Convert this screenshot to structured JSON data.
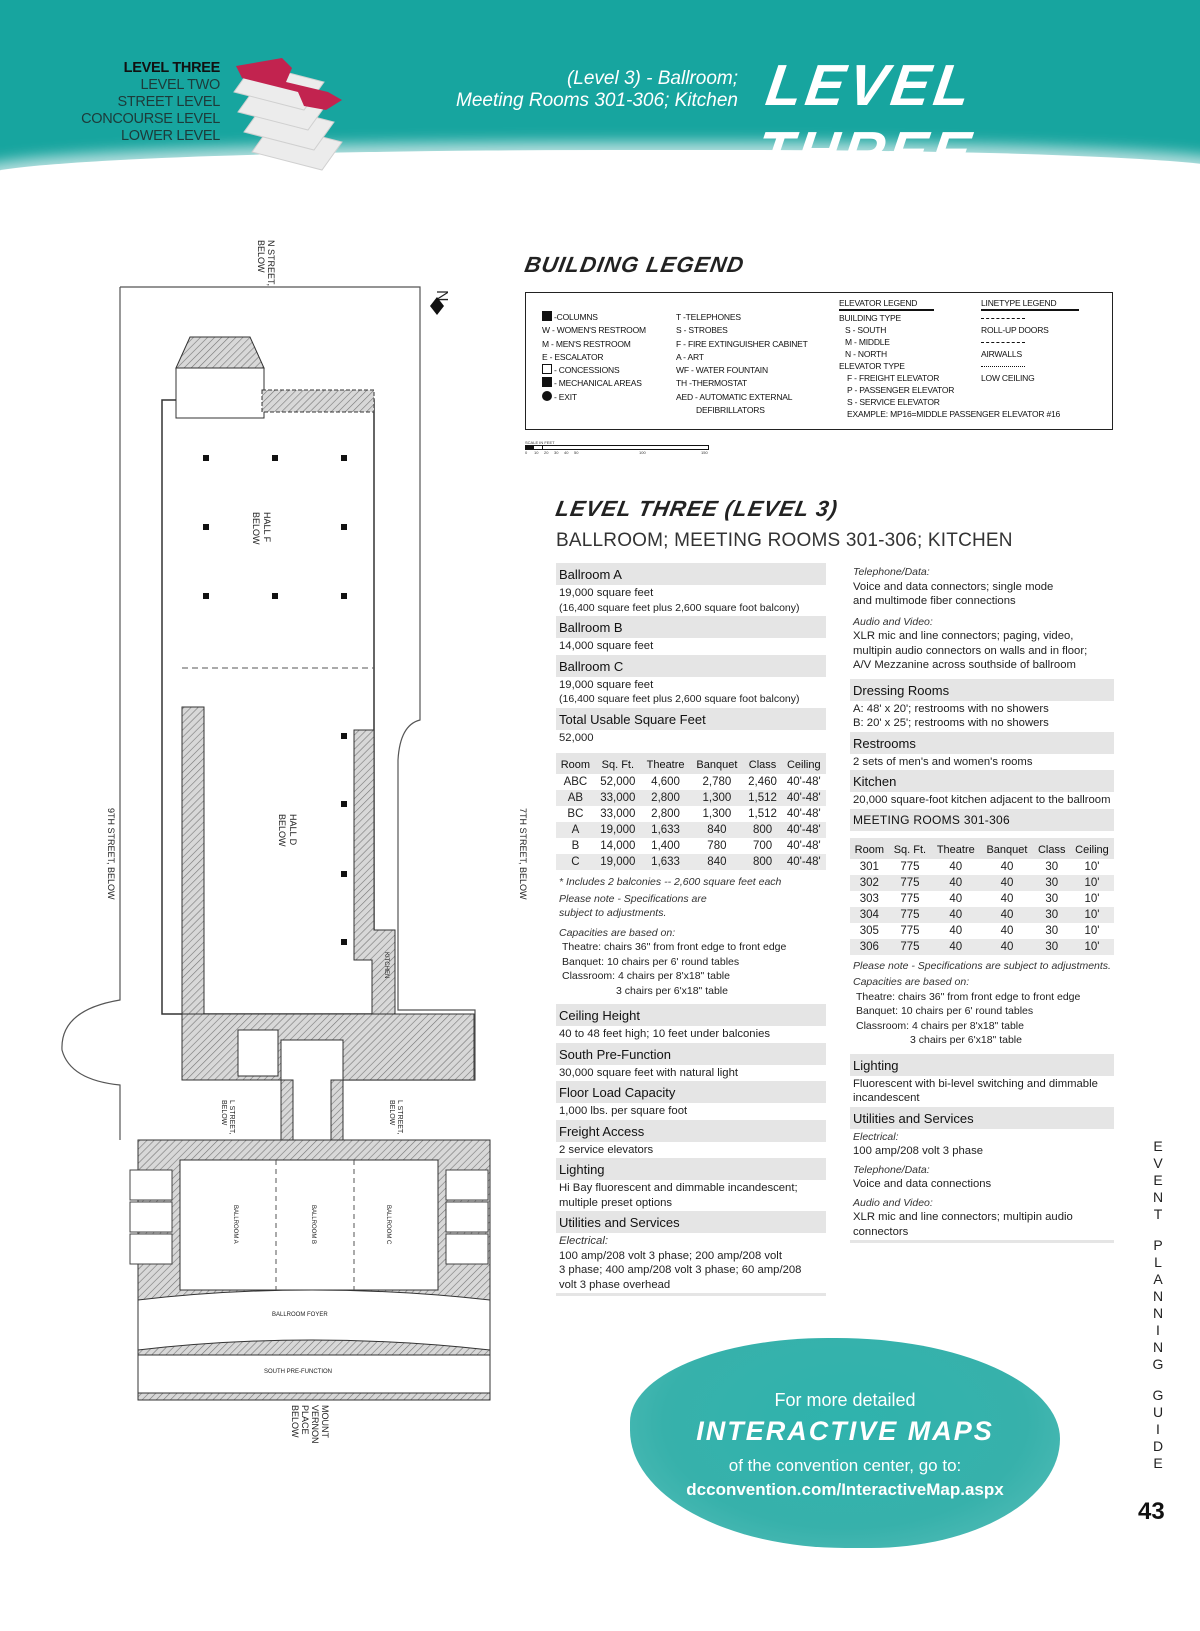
{
  "header": {
    "levels": [
      "LEVEL THREE",
      "LEVEL TWO",
      "STREET LEVEL",
      "CONCOURSE LEVEL",
      "LOWER LEVEL"
    ],
    "subtitle_line1": "(Level 3) - Ballroom;",
    "subtitle_line2": "Meeting Rooms 301-306; Kitchen",
    "title": "LEVEL THREE",
    "accent_color": "#17a59f",
    "highlight_color": "#c2234f"
  },
  "plan": {
    "compass": "N",
    "labels": {
      "n_street": [
        "N STREET,",
        "BELOW"
      ],
      "hall_f": [
        "HALL F",
        "BELOW"
      ],
      "hall_d": [
        "HALL D",
        "BELOW"
      ],
      "ninth_street": "9TH STREET, BELOW",
      "seventh_street": "7TH STREET, BELOW",
      "l_street_left": [
        "L STREET,",
        "BELOW"
      ],
      "l_street_right": [
        "L STREET,",
        "BELOW"
      ],
      "ballroom_a": "BALLROOM A",
      "ballroom_b": "BALLROOM B",
      "ballroom_c": "BALLROOM C",
      "ballroom_foyer": "BALLROOM FOYER",
      "south_prefunction": "SOUTH PRE-FUNCTION",
      "kitchen": "KITCHEN",
      "mount_vernon": [
        "MOUNT",
        "VERNON",
        "PLACE",
        "BELOW"
      ]
    }
  },
  "legend": {
    "title": "BUILDING LEGEND",
    "col1": [
      "-COLUMNS",
      "W  - WOMEN'S  RESTROOM",
      "M  - MEN'S RESTROOM",
      "E  - ESCALATOR",
      "- CONCESSIONS",
      "- MECHANICAL AREAS",
      "- EXIT"
    ],
    "col2": [
      "T -TELEPHONES",
      "S - STROBES",
      "F - FIRE EXTINGUISHER CABINET",
      "A - ART",
      "WF  - WATER FOUNTAIN",
      "TH  -THERMOSTAT",
      "AED - AUTOMATIC EXTERNAL",
      "DEFIBRILLATORS"
    ],
    "elevator_title": "ELEVATOR LEGEND",
    "elevator": [
      "BUILDING TYPE",
      "S - SOUTH",
      "M - MIDDLE",
      "N - NORTH",
      "ELEVATOR TYPE",
      "F - FREIGHT ELEVATOR",
      "P - PASSENGER ELEVATOR",
      "S - SERVICE ELEVATOR",
      "EXAMPLE: MP16=MIDDLE PASSENGER  ELEVATOR #16"
    ],
    "linetype_title": "LINETYPE LEGEND",
    "linetype": [
      "ROLL-UP DOORS",
      "AIRWALLS",
      "LOW CEILING"
    ],
    "scale_label": "SCALE IN FEET",
    "scale_ticks": [
      "0",
      "10",
      "20",
      "30",
      "40",
      "50",
      "100",
      "150"
    ]
  },
  "section": {
    "title": "LEVEL THREE (LEVEL 3)",
    "subtitle": "BALLROOM; MEETING ROOMS 301-306; KITCHEN"
  },
  "left": {
    "ballroom_a": {
      "h": "Ballroom A",
      "l1": "19,000 square feet",
      "l2": "(16,400 square feet plus 2,600 square foot balcony)"
    },
    "ballroom_b": {
      "h": "Ballroom B",
      "l1": "14,000 square feet"
    },
    "ballroom_c": {
      "h": "Ballroom C",
      "l1": "19,000 square feet",
      "l2": "(16,400 square feet plus 2,600 square foot balcony)"
    },
    "total": {
      "h": "Total Usable Square Feet",
      "l1": "52,000"
    },
    "table": {
      "headers": [
        "Room",
        "Sq. Ft.",
        "Theatre",
        "Banquet",
        "Class",
        "Ceiling"
      ],
      "rows": [
        [
          "ABC",
          "52,000",
          "4,600",
          "2,780",
          "2,460",
          "40'-48'"
        ],
        [
          "AB",
          "33,000",
          "2,800",
          "1,300",
          "1,512",
          "40'-48'"
        ],
        [
          "BC",
          "33,000",
          "2,800",
          "1,300",
          "1,512",
          "40'-48'"
        ],
        [
          "A",
          "19,000",
          "1,633",
          "840",
          "800",
          "40'-48'"
        ],
        [
          "B",
          "14,000",
          "1,400",
          "780",
          "700",
          "40'-48'"
        ],
        [
          "C",
          "19,000",
          "1,633",
          "840",
          "800",
          "40'-48'"
        ]
      ]
    },
    "footnote": "* Includes 2 balconies -- 2,600 square feet each",
    "note1": "Please note - Specifications are",
    "note2": "subject to adjustments.",
    "cap_title": "Capacities are based on:",
    "cap": [
      "Theatre: chairs 36\" from front edge to front edge",
      "Banquet: 10 chairs per 6' round tables",
      "Classroom: 4 chairs per 8'x18\" table",
      "3 chairs per 6'x18\" table"
    ],
    "ceiling": {
      "h": "Ceiling Height",
      "l1": "40 to 48 feet high; 10 feet under balconies"
    },
    "prefunction": {
      "h": "South Pre-Function",
      "l1": "30,000 square feet with natural light"
    },
    "floor_load": {
      "h": "Floor Load Capacity",
      "l1": "1,000 lbs. per square foot"
    },
    "freight": {
      "h": "Freight Access",
      "l1": "2 service elevators"
    },
    "lighting": {
      "h": "Lighting",
      "l1": "Hi Bay fluorescent and dimmable incandescent;",
      "l2": "multiple preset options"
    },
    "utilities": {
      "h": "Utilities and Services",
      "sub": "Electrical:",
      "l1": "100 amp/208 volt 3 phase; 200 amp/208 volt",
      "l2": "3 phase; 400 amp/208 volt 3 phase; 60 amp/208",
      "l3": "volt 3 phase overhead"
    }
  },
  "right": {
    "telephone": {
      "sub": "Telephone/Data:",
      "l1": "Voice and data connectors; single mode",
      "l2": "and multimode fiber connections"
    },
    "audio": {
      "sub": "Audio and Video:",
      "l1": "XLR mic and line connectors; paging, video,",
      "l2": "multipin audio connectors on walls and in floor;",
      "l3": "A/V Mezzanine across southside of ballroom"
    },
    "dressing": {
      "h": "Dressing Rooms",
      "l1": "A: 48' x 20'; restrooms with no showers",
      "l2": "B: 20' x 25'; restrooms with no showers"
    },
    "restrooms": {
      "h": "Restrooms",
      "l1": "2 sets of men's and women's rooms"
    },
    "kitchen": {
      "h": "Kitchen",
      "l1": "20,000 square-foot kitchen adjacent to the ballroom"
    },
    "meeting": {
      "h": "MEETING ROOMS 301-306"
    },
    "table": {
      "headers": [
        "Room",
        "Sq. Ft.",
        "Theatre",
        "Banquet",
        "Class",
        "Ceiling"
      ],
      "rows": [
        [
          "301",
          "775",
          "40",
          "40",
          "30",
          "10'"
        ],
        [
          "302",
          "775",
          "40",
          "40",
          "30",
          "10'"
        ],
        [
          "303",
          "775",
          "40",
          "40",
          "30",
          "10'"
        ],
        [
          "304",
          "775",
          "40",
          "40",
          "30",
          "10'"
        ],
        [
          "305",
          "775",
          "40",
          "40",
          "30",
          "10'"
        ],
        [
          "306",
          "775",
          "40",
          "40",
          "30",
          "10'"
        ]
      ]
    },
    "note": "Please note - Specifications are subject to adjustments.",
    "cap_title": "Capacities are based on:",
    "cap": [
      "Theatre: chairs 36\" from front edge to front edge",
      "Banquet: 10 chairs per 6' round tables",
      "Classroom: 4 chairs per 8'x18\" table",
      "3 chairs per 6'x18\" table"
    ],
    "lighting": {
      "h": "Lighting",
      "l1": "Fluorescent with bi-level switching and dimmable",
      "l2": "incandescent"
    },
    "utilities": {
      "h": "Utilities and Services",
      "s1": "Electrical:",
      "e1": "100 amp/208 volt 3 phase",
      "s2": "Telephone/Data:",
      "t1": "Voice and data connections",
      "s3": "Audio and Video:",
      "a1": "XLR mic and line connectors; multipin audio",
      "a2": "connectors"
    }
  },
  "banner": {
    "line1": "For more detailed",
    "line2": "INTERACTIVE MAPS",
    "line3": "of the convention center, go to:",
    "link": "dcconvention.com/InteractiveMap.aspx"
  },
  "side_label": "EVENT PLANNING GUIDE",
  "page_number": "43"
}
